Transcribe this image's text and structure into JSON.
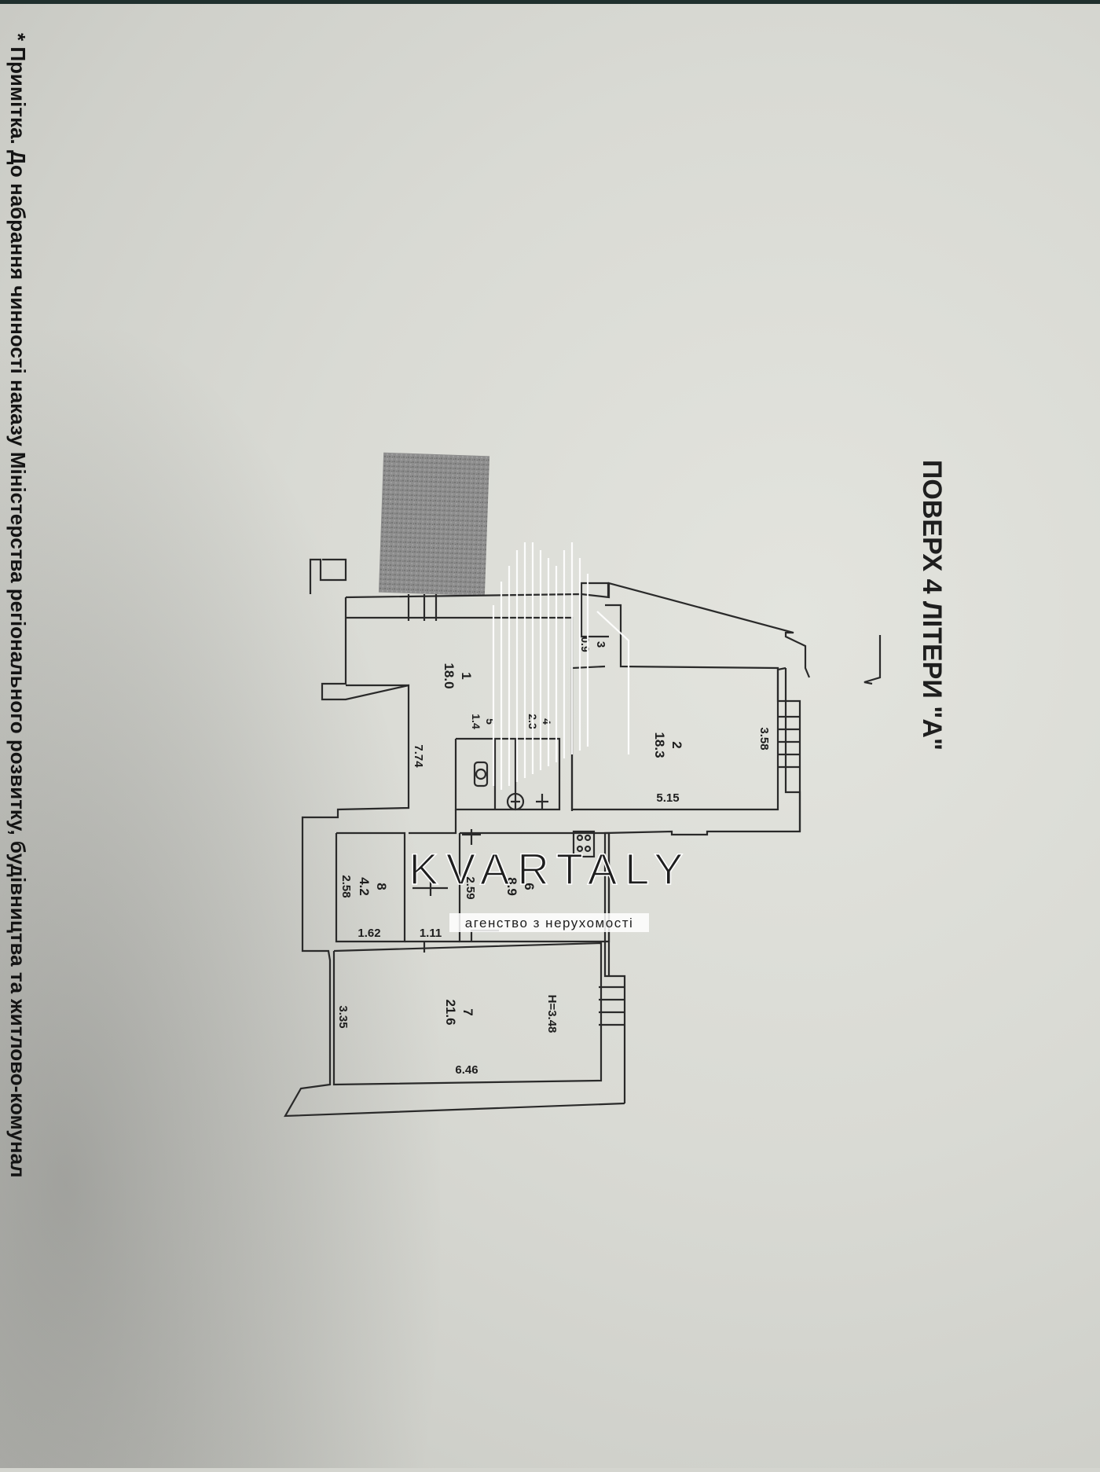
{
  "page": {
    "footnote": "* Примітка.  До набрання чинності  наказу Міністерства регіонального розвитку, будівництва та житлово-комунал",
    "title": "ПОВЕРХ 4 ЛІТЕРИ \"А\""
  },
  "rooms": [
    {
      "number": "1",
      "area": "18.0"
    },
    {
      "number": "2",
      "area": "18.3"
    },
    {
      "number": "3",
      "area": "0.9"
    },
    {
      "number": "4",
      "area": "2.3"
    },
    {
      "number": "5",
      "area": "1.4"
    },
    {
      "number": "6",
      "area": "8.9"
    },
    {
      "number": "7",
      "area": "21.6"
    },
    {
      "number": "8",
      "area": "4.2"
    }
  ],
  "dimensions": {
    "d_3_58": "3.58",
    "d_5_15": "5.15",
    "d_7_74": "7.74",
    "d_2_58": "2.58",
    "d_1_62": "1.62",
    "d_1_11": "1.11",
    "d_2_59": "2.59",
    "d_3_35": "3.35",
    "d_6_46": "6.46",
    "d_h": "H=3.48"
  },
  "watermark": {
    "brand": "KVARTALY",
    "tagline": "агенство з нерухомості"
  },
  "colors": {
    "paper": "#dcddd7",
    "ink": "#1e1e1e",
    "watermark": "#ffffff",
    "stamp": "#7a7a7a"
  }
}
